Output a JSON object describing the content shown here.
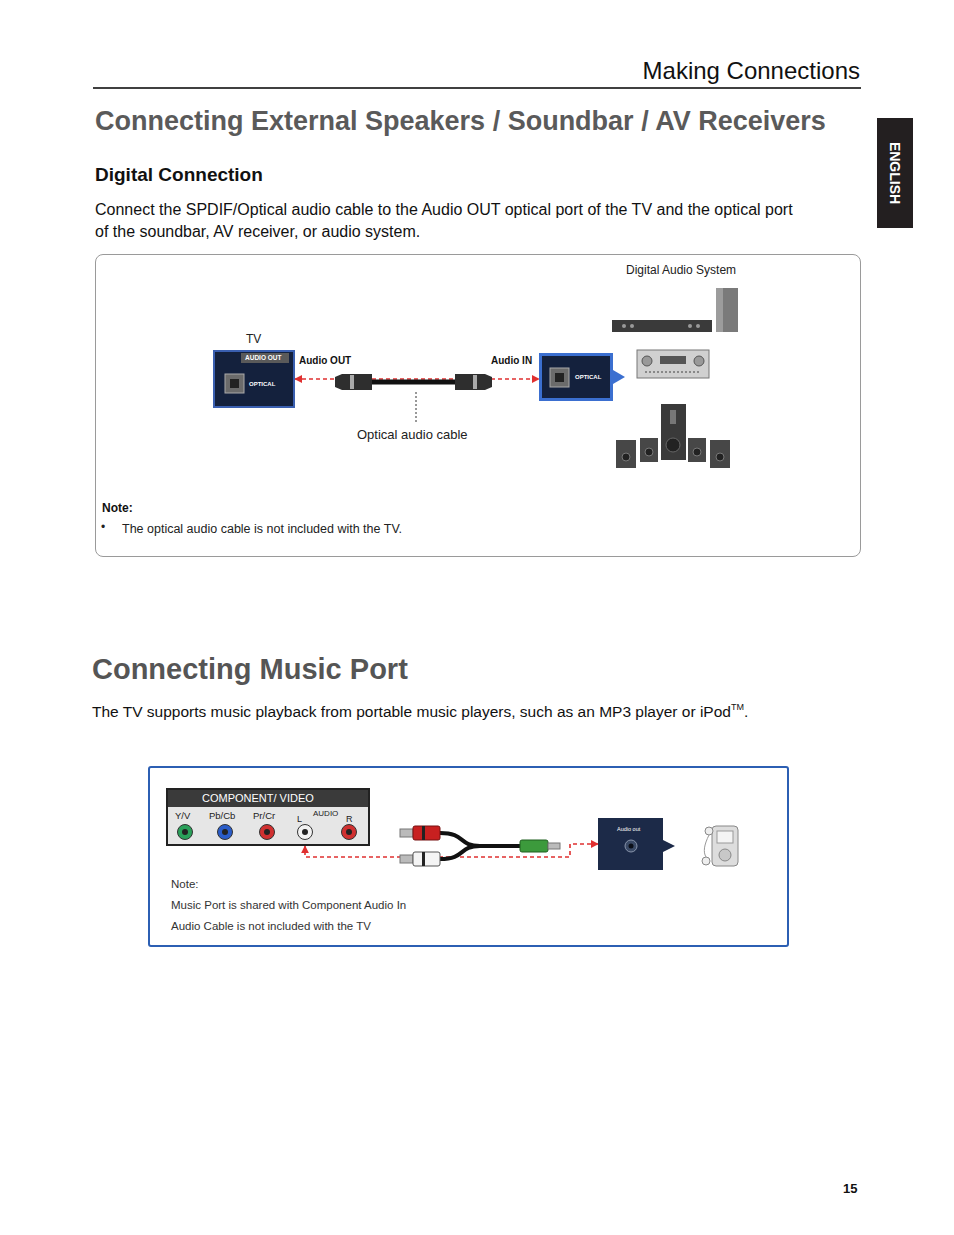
{
  "diagram": {
    "title": "Connecting External Speakers / Soundbar / AV Receivers",
    "nodes": [
      {
        "text": [
          "ENGLISH"
        ]
      },
      {
        "text": [
          "Note:",
          "The optical audio cable is not included with the TV."
        ]
      },
      {
        "text": [
          "TV",
          "AUDIO OUT",
          "OPTICAL"
        ],
        "in": 1
      },
      {
        "text": [
          "OPTICAL"
        ],
        "in": 1
      },
      {
        "text": [
          "Note:",
          "Music Port is shared with Component Audio In",
          "Audio Cable is not included with the TV"
        ]
      },
      {
        "text": [
          "COMPONENT/ VIDEO",
          "Y/V",
          "Pb/Cb",
          "Pr/Cr",
          "L",
          "AUDIO",
          "R"
        ],
        "in": 4
      },
      {
        "text": [
          "Audio out"
        ],
        "in": 4
      }
    ],
    "edges": [
      {
        "from": 2,
        "to": 3,
        "arrow": "both"
      },
      {
        "from": 6,
        "to": 5,
        "arrow": "both"
      }
    ],
    "labels": [
      "Making Connections",
      "Digital Connection",
      "Connect the SPDIF/Optical audio cable to the Audio OUT optical port of the TV and the optical port of the soundbar, AV receiver, or audio system.",
      "Digital Audio System",
      "Audio OUT",
      "Audio IN",
      "Optical audio cable",
      "•",
      "Connecting Music Port",
      "The TV supports music playback from portable music players, such as an MP3 player or iPod",
      "TM",
      ".",
      "15"
    ]
  }
}
